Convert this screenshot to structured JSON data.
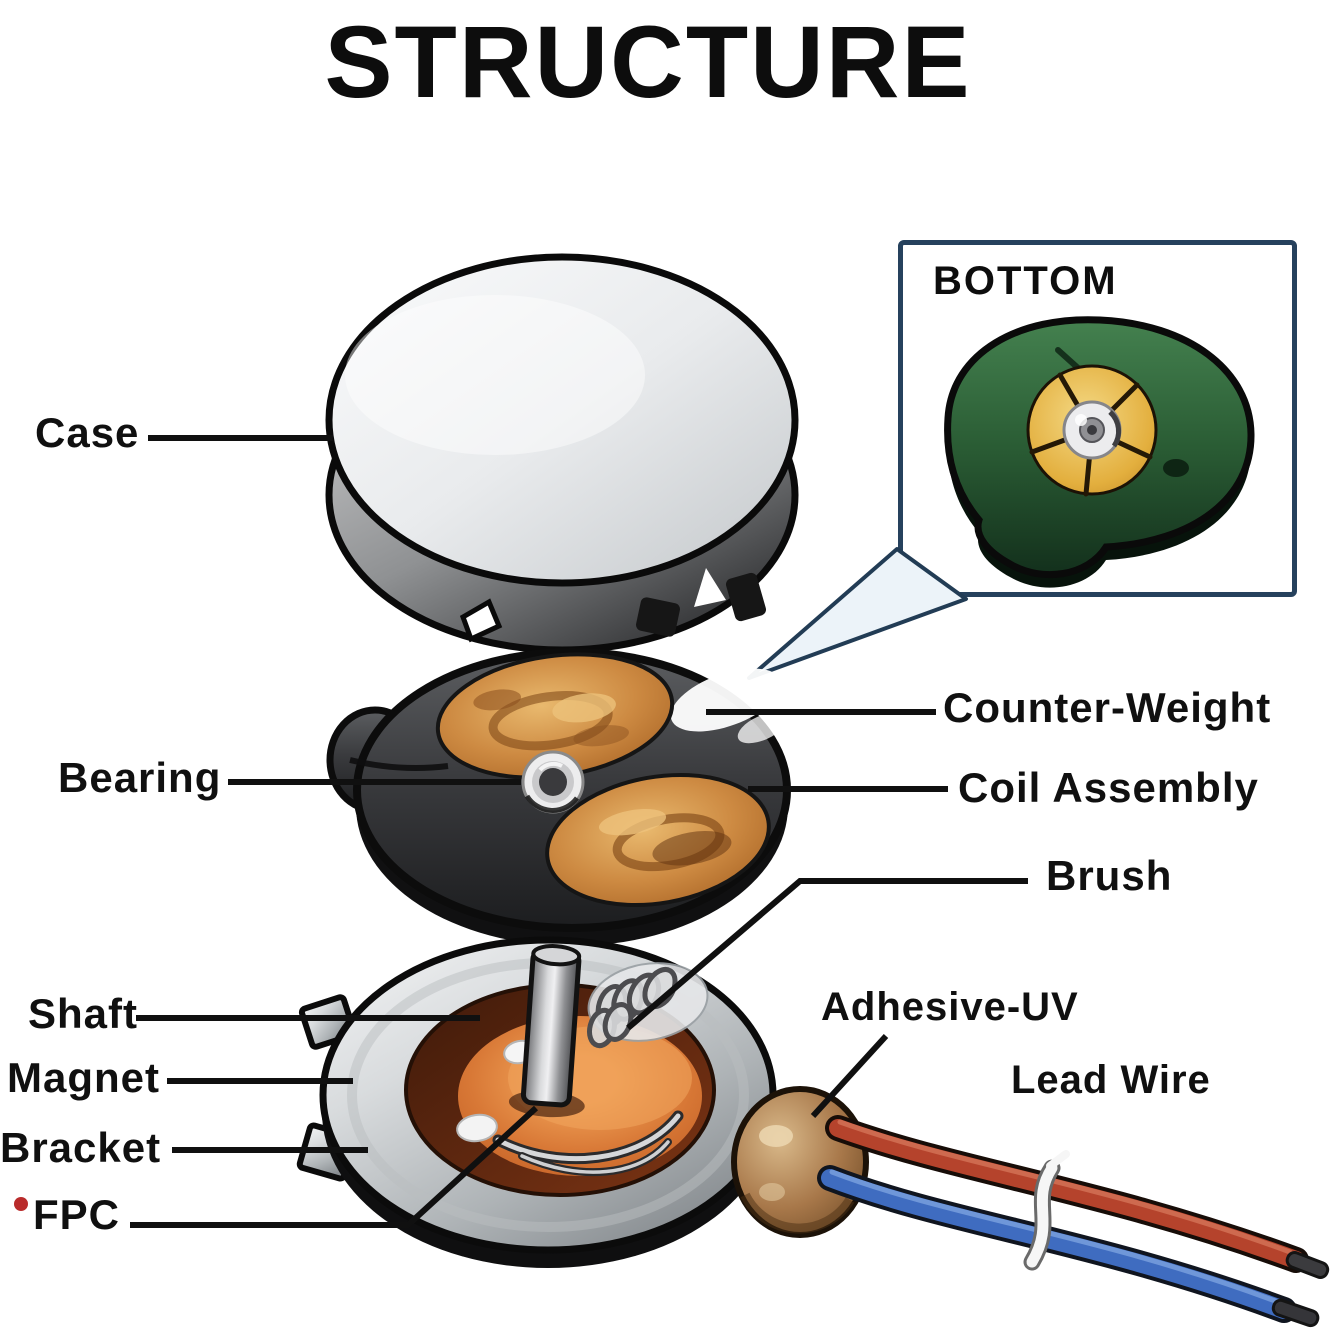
{
  "title": "STRUCTURE",
  "inset": {
    "label": "BOTTOM"
  },
  "callouts": {
    "case": {
      "label": "Case"
    },
    "bearing": {
      "label": "Bearing"
    },
    "shaft": {
      "label": "Shaft"
    },
    "magnet": {
      "label": "Magnet"
    },
    "bracket": {
      "label": "Bracket"
    },
    "fpc": {
      "label": "FPC",
      "marker_color": "#b92b2b"
    },
    "counter_weight": {
      "label": "Counter-Weight"
    },
    "coil_assembly": {
      "label": "Coil Assembly"
    },
    "brush": {
      "label": "Brush"
    },
    "adhesive_uv": {
      "label": "Adhesive-UV"
    },
    "lead_wire": {
      "label": "Lead Wire"
    }
  },
  "colors": {
    "text": "#101010",
    "leader_line": "#101010",
    "inset_border": "#26415d",
    "callout_pointer": "#223c55",
    "case_metal": "#d9dcde",
    "rotor_body": "#3a3b3e",
    "coil_copper": "#cd8a42",
    "bearing_silver": "#ededee",
    "bracket_silver": "#c9ccce",
    "fpc_orange": "#d87836",
    "adhesive_tan": "#a8784a",
    "wire_red": "#b5432c",
    "wire_blue": "#3f6cc0",
    "cable_tie": "#f6f6f6",
    "bottom_pcb_green": "#2a5c34",
    "bottom_pad_gold": "#e3af3e",
    "fpc_marker": "#b92b2b"
  }
}
